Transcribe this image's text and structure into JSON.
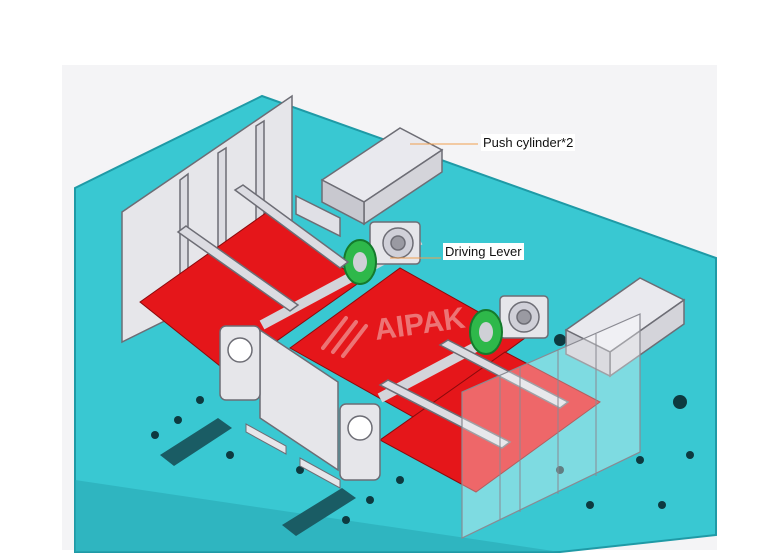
{
  "callouts": {
    "push_cylinder": "Push cylinder*2",
    "driving_lever": "Driving Lever"
  },
  "watermark": "AIPAK",
  "colors": {
    "base_plate": "#39c8d2",
    "base_edge": "#1f9aa6",
    "belt": "#e5161a",
    "metal": "#e6e6ea",
    "metal_edge": "#6d6d75",
    "gear": "#2eb84a",
    "leader_line": "#f0a050",
    "background": "#f4f4f6"
  }
}
